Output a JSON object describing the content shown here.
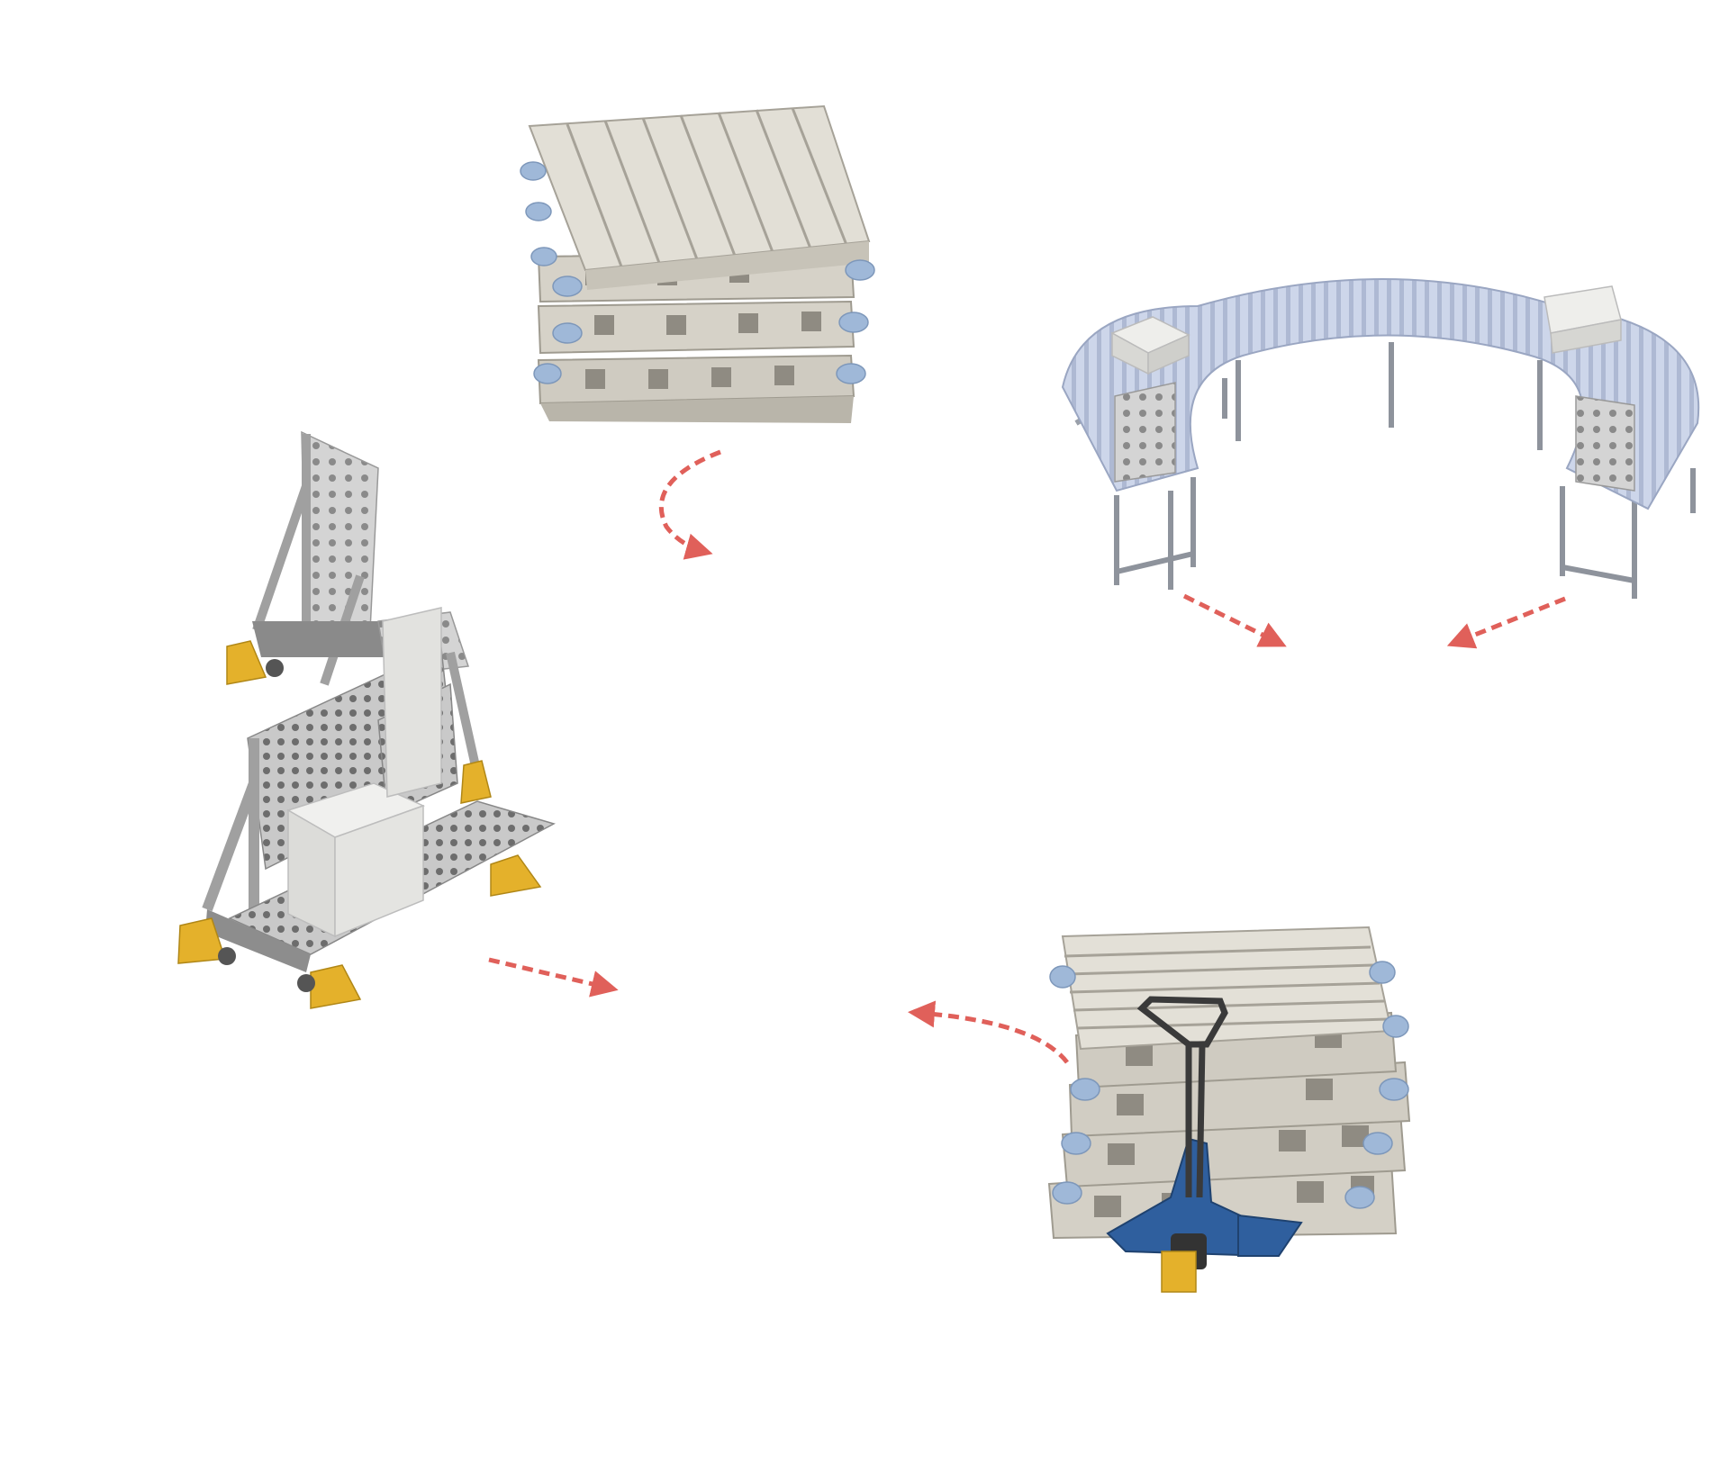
{
  "diagram": {
    "background_color": "#ffffff",
    "arrow_color": "#e0605a",
    "colors": {
      "pallet": "#dedbd2",
      "pallet_shadow": "#a9a59a",
      "connector": "#9fb8d8",
      "conveyor": "#c9d3e8",
      "conveyor_leg": "#8e939c",
      "box": "#e4e4e1",
      "chock": "#e4b12b",
      "jack": "#2f5f9e",
      "jack_handle": "#3a3a3a",
      "rack_panel": "#c8c8c8"
    },
    "nodes": [
      {
        "id": "stacked-pallets",
        "icon": "pallet-stack-icon"
      },
      {
        "id": "flexible-roller-conveyor",
        "icon": "roller-conveyor-icon"
      },
      {
        "id": "pallet-jack-with-pallets",
        "icon": "pallet-jack-icon"
      },
      {
        "id": "a-frame-rack-carts",
        "icon": "a-frame-cart-icon"
      }
    ],
    "arrows": [
      {
        "id": "arrow-from-pallets",
        "direction": "down-clockwise"
      },
      {
        "id": "arrow-from-conveyor-left",
        "direction": "down-right"
      },
      {
        "id": "arrow-from-conveyor-right",
        "direction": "down-left"
      },
      {
        "id": "arrow-from-pallet-jack",
        "direction": "left"
      },
      {
        "id": "arrow-from-carts",
        "direction": "right"
      }
    ]
  }
}
